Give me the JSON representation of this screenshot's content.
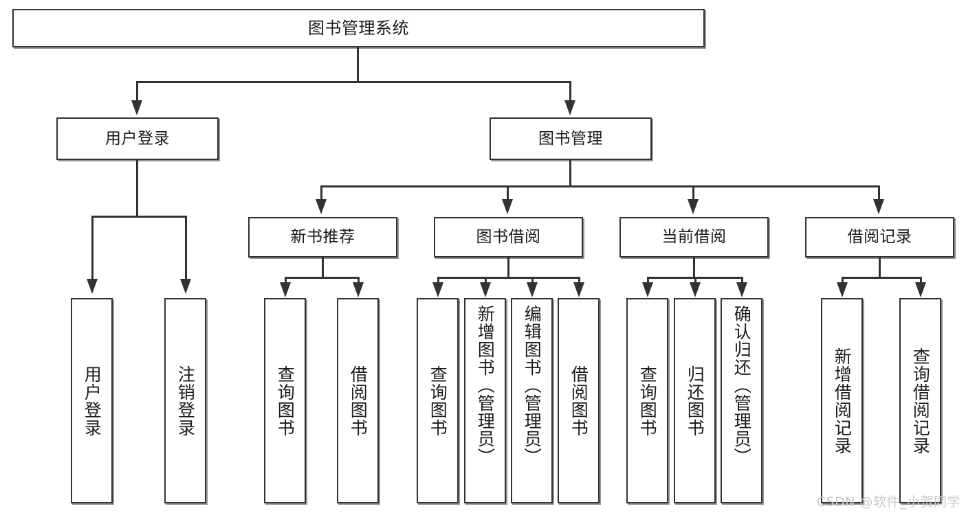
{
  "diagram": {
    "title": "图书管理系统",
    "type": "hierarchy-tree",
    "watermark": "CSDN @软件_小贺同学",
    "colors": {
      "stroke": "#33322f",
      "fill": "#ffffff",
      "text": "#1b1b1b",
      "watermark": "#c9c9c9"
    },
    "levels": {
      "level1": [
        {
          "id": "root",
          "label": "图书管理系统"
        }
      ],
      "level2": [
        {
          "id": "user-login",
          "label": "用户登录"
        },
        {
          "id": "book-management",
          "label": "图书管理"
        }
      ],
      "level3": [
        {
          "id": "new-book-recommend",
          "label": "新书推荐"
        },
        {
          "id": "book-borrow",
          "label": "图书借阅"
        },
        {
          "id": "current-borrow",
          "label": "当前借阅"
        },
        {
          "id": "borrow-record",
          "label": "借阅记录"
        }
      ],
      "level4": [
        {
          "id": "leaf-user-login",
          "label": "用户登录"
        },
        {
          "id": "leaf-logout-login",
          "label": "注销登录"
        },
        {
          "id": "leaf-query-book-1",
          "label": "查询图书"
        },
        {
          "id": "leaf-borrow-book-1",
          "label": "借阅图书"
        },
        {
          "id": "leaf-query-book-2",
          "label": "查询图书"
        },
        {
          "id": "leaf-add-book-admin",
          "label": "新增图书（管理员）"
        },
        {
          "id": "leaf-edit-book-admin",
          "label": "编辑图书（管理员）"
        },
        {
          "id": "leaf-borrow-book-2",
          "label": "借阅图书"
        },
        {
          "id": "leaf-query-book-3",
          "label": "查询图书"
        },
        {
          "id": "leaf-return-book",
          "label": "归还图书"
        },
        {
          "id": "leaf-confirm-return-admin",
          "label": "确认归还（管理员）"
        },
        {
          "id": "leaf-add-borrow-record",
          "label": "新增借阅记录"
        },
        {
          "id": "leaf-query-borrow-record",
          "label": "查询借阅记录"
        }
      ]
    }
  }
}
